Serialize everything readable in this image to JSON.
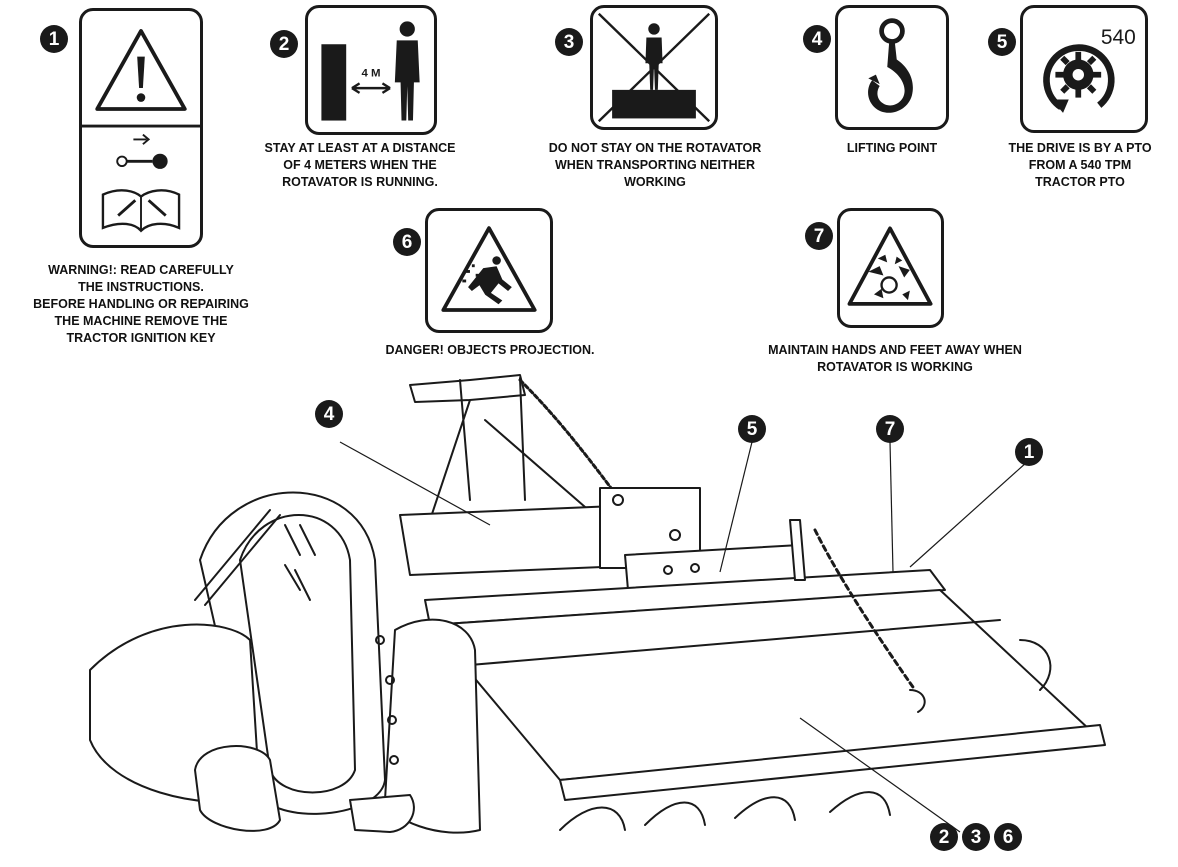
{
  "signs": [
    {
      "number": "1",
      "caption": "WARNING!: READ CAREFULLY\nTHE INSTRUCTIONS.\nBEFORE HANDLING OR REPAIRING\nTHE MACHINE REMOVE THE\nTRACTOR IGNITION  KEY",
      "icon": "warning-manual-key-icon"
    },
    {
      "number": "2",
      "caption": "STAY AT LEAST AT A DISTANCE\nOF 4 METERS WHEN THE\nROTAVATOR IS RUNNING.",
      "icon": "keep-distance-icon",
      "distance_label": "4 M"
    },
    {
      "number": "3",
      "caption": "DO NOT STAY ON THE ROTAVATOR\nWHEN TRANSPORTING NEITHER\nWORKING",
      "icon": "no-riding-icon"
    },
    {
      "number": "4",
      "caption": "LIFTING POINT",
      "icon": "hook-icon"
    },
    {
      "number": "5",
      "caption": "THE DRIVE IS BY A PTO\nFROM A 540 TPM\nTRACTOR PTO",
      "icon": "pto-icon",
      "rpm_label": "540"
    },
    {
      "number": "6",
      "caption": "DANGER! OBJECTS PROJECTION.",
      "icon": "objects-projection-icon"
    },
    {
      "number": "7",
      "caption": "MAINTAIN HANDS AND FEET AWAY WHEN\nROTAVATOR IS WORKING",
      "icon": "rotating-blades-icon"
    }
  ],
  "callouts": [
    "4",
    "5",
    "7",
    "1",
    "2",
    "3",
    "6"
  ],
  "colors": {
    "ink": "#1a1a1a",
    "paper": "#ffffff"
  }
}
